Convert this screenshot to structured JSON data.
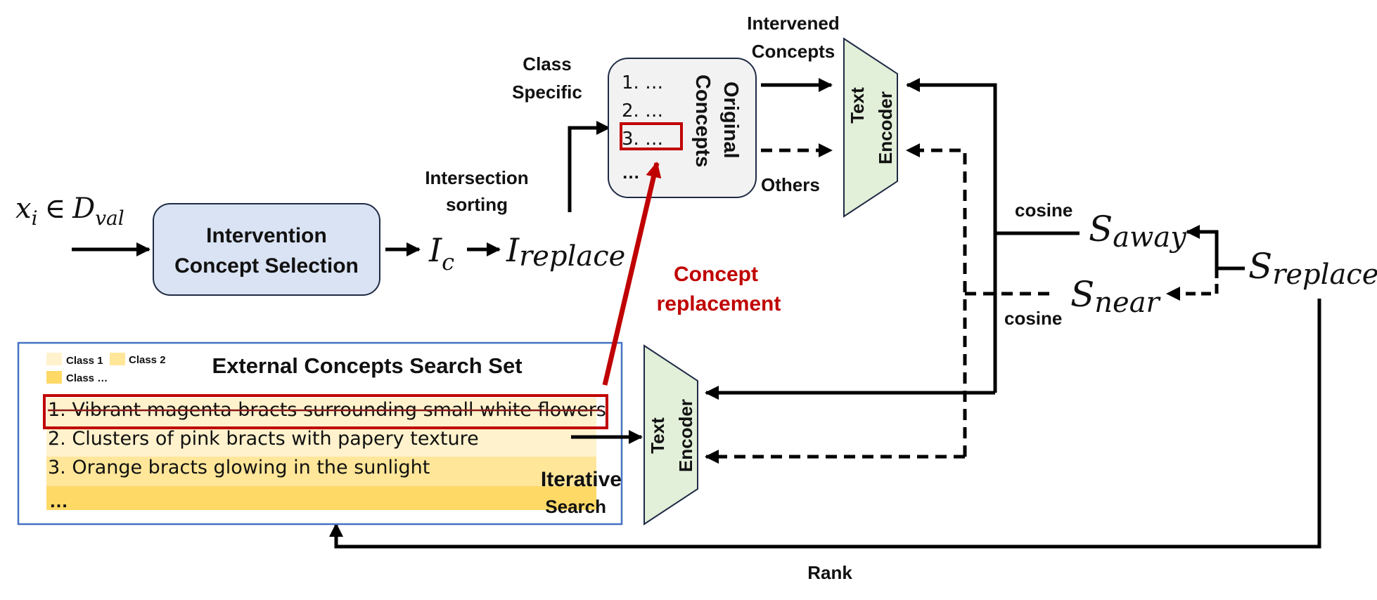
{
  "input": {
    "var": "x",
    "sub": "i",
    "in": "∈",
    "set": "D",
    "set_sub": "val"
  },
  "selection_box": {
    "line1": "Intervention",
    "line2": "Concept Selection"
  },
  "ic": {
    "var": "I",
    "sub": "c"
  },
  "ireplace": {
    "var": "I",
    "sub": "replace"
  },
  "intersection_label": {
    "line1": "Intersection",
    "line2": "sorting"
  },
  "class_specific_label": {
    "line1": "Class",
    "line2": "Specific"
  },
  "original_concepts": {
    "title_line1": "Original",
    "title_line2": "Concepts",
    "items": [
      "1. …",
      "2. …",
      "3. …",
      "…"
    ]
  },
  "intervened_label": {
    "line1": "Intervened",
    "line2": "Concepts"
  },
  "others_label": "Others",
  "text_encoder": {
    "line1": "Text",
    "line2": "Encoder"
  },
  "cosine_label": "cosine",
  "s_away": {
    "var": "S",
    "sub": "away"
  },
  "s_near": {
    "var": "S",
    "sub": "near"
  },
  "s_replace": {
    "var": "S",
    "sub": "replace"
  },
  "concept_replacement": {
    "line1": "Concept",
    "line2": "replacement"
  },
  "search_set": {
    "title": "External Concepts Search Set",
    "legend": [
      "Class 1",
      "Class 2",
      "Class …"
    ],
    "items": [
      "1. Vibrant magenta bracts surrounding small white flowers",
      "2. Clusters of pink bracts with papery texture",
      "3. Orange bracts glowing in the sunlight",
      "…"
    ],
    "iterative_line1": "Iterative",
    "iterative_line2": "Search"
  },
  "rank_label": "Rank",
  "colors": {
    "selection_fill": "#dae3f3",
    "encoder_fill": "#e2efd9",
    "orig_fill": "#f2f2f2",
    "red": "#c00000",
    "search_border": "#4472c4",
    "class1": "#fff2cc",
    "class2": "#ffe699",
    "class3": "#ffd966"
  }
}
